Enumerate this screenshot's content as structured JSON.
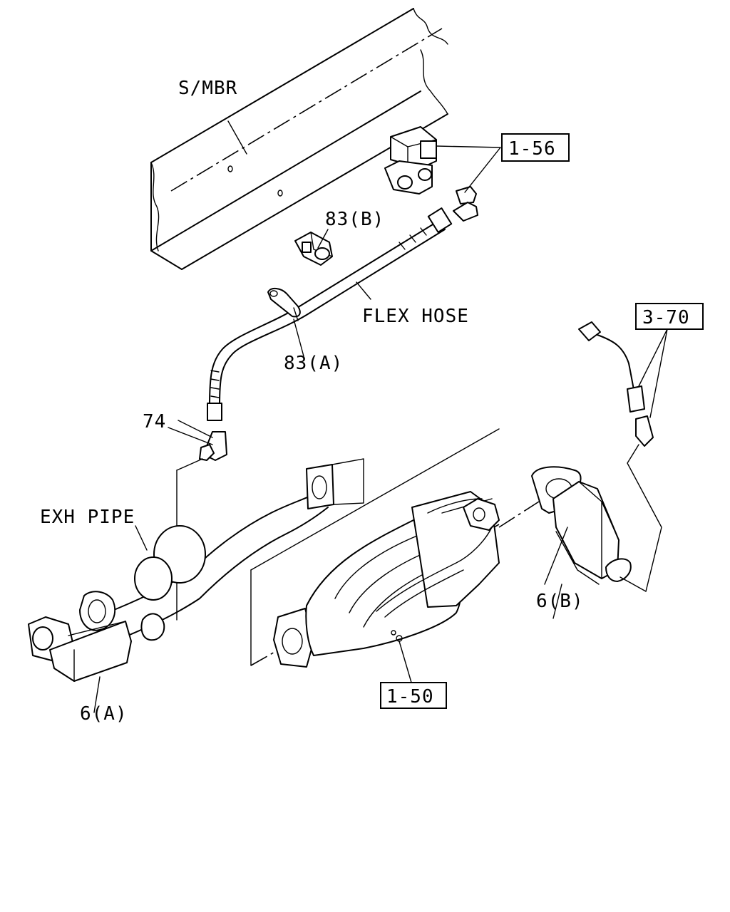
{
  "labels": {
    "s_mbr": "S/MBR",
    "flex_hose": "FLEX HOSE",
    "exh_pipe": "EXH PIPE",
    "part_83b": "83(B)",
    "part_83a": "83(A)",
    "part_74": "74",
    "part_6a": "6(A)",
    "part_6b": "6(B)"
  },
  "refs": {
    "ref_1_56": "1-56",
    "ref_3_70": "3-70",
    "ref_1_50": "1-50"
  }
}
